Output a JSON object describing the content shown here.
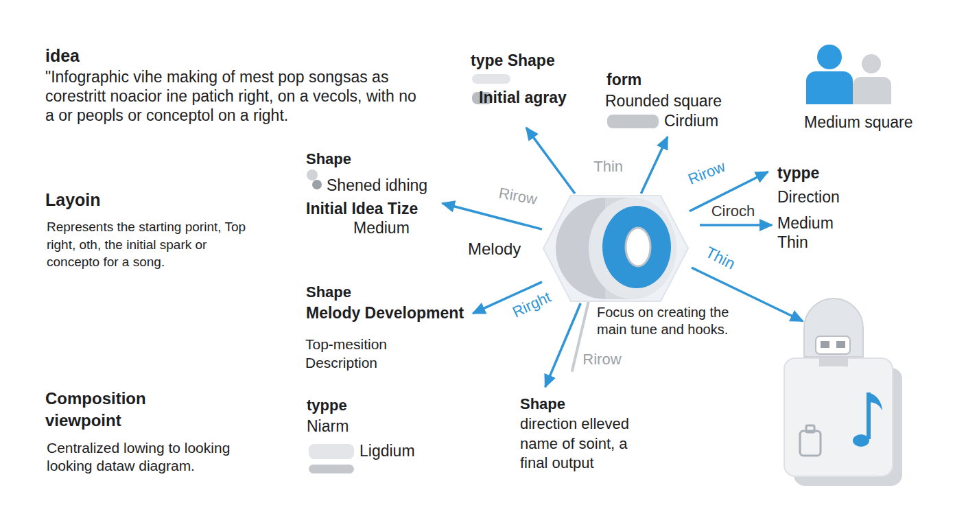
{
  "diagram": {
    "nodes": [
      {
        "text": [
          "Melody"
        ]
      },
      {
        "text": [
          "type Shape",
          "Initial agray"
        ]
      },
      {
        "text": [
          "form",
          "Rounded square",
          "Cirdium"
        ]
      },
      {
        "text": [
          "typpe",
          "Direction",
          "Medium Thin"
        ]
      },
      {
        "text": [
          "Shape",
          "Shened idhing",
          "Initial Idea Tize",
          "Medium"
        ]
      },
      {
        "text": [
          "Shape",
          "Melody Development",
          "Top-mesition Description"
        ]
      },
      {
        "text": [
          "Shape",
          "direction elleved name of soint, a final output"
        ]
      }
    ],
    "edges": [
      {
        "from": 0,
        "to": 1,
        "arrow": "to"
      },
      {
        "from": 0,
        "to": 2,
        "arrow": "to",
        "label": "Thin"
      },
      {
        "from": 0,
        "to": 3,
        "arrow": "to",
        "label": "Rirow"
      },
      {
        "from": 0,
        "to": 3,
        "arrow": "to",
        "label": "Ciroch"
      },
      {
        "from": 0,
        "to": 4,
        "arrow": "to",
        "label": "Rirow"
      },
      {
        "from": 0,
        "to": 5,
        "arrow": "to",
        "label": "Rirght"
      },
      {
        "from": 0,
        "to": 6,
        "arrow": "to",
        "label": "Rirow"
      }
    ],
    "labels": [
      "idea",
      "\"Infographic vihe making of mest pop songsas as corestritt noacior ine patich right, on a vecols, with no a or peopls or conceptol on a right.",
      "Layoin",
      "Represents the starting porint, Top right, oth, the initial spark or concepto for a song.",
      "Composition viewpoint",
      "Centralized lowing to looking looking dataw diagram.",
      "Medium square",
      "Thin",
      "Focus on creating the main tune and hooks.",
      "typpe",
      "Niarm",
      "Ligdium"
    ]
  }
}
